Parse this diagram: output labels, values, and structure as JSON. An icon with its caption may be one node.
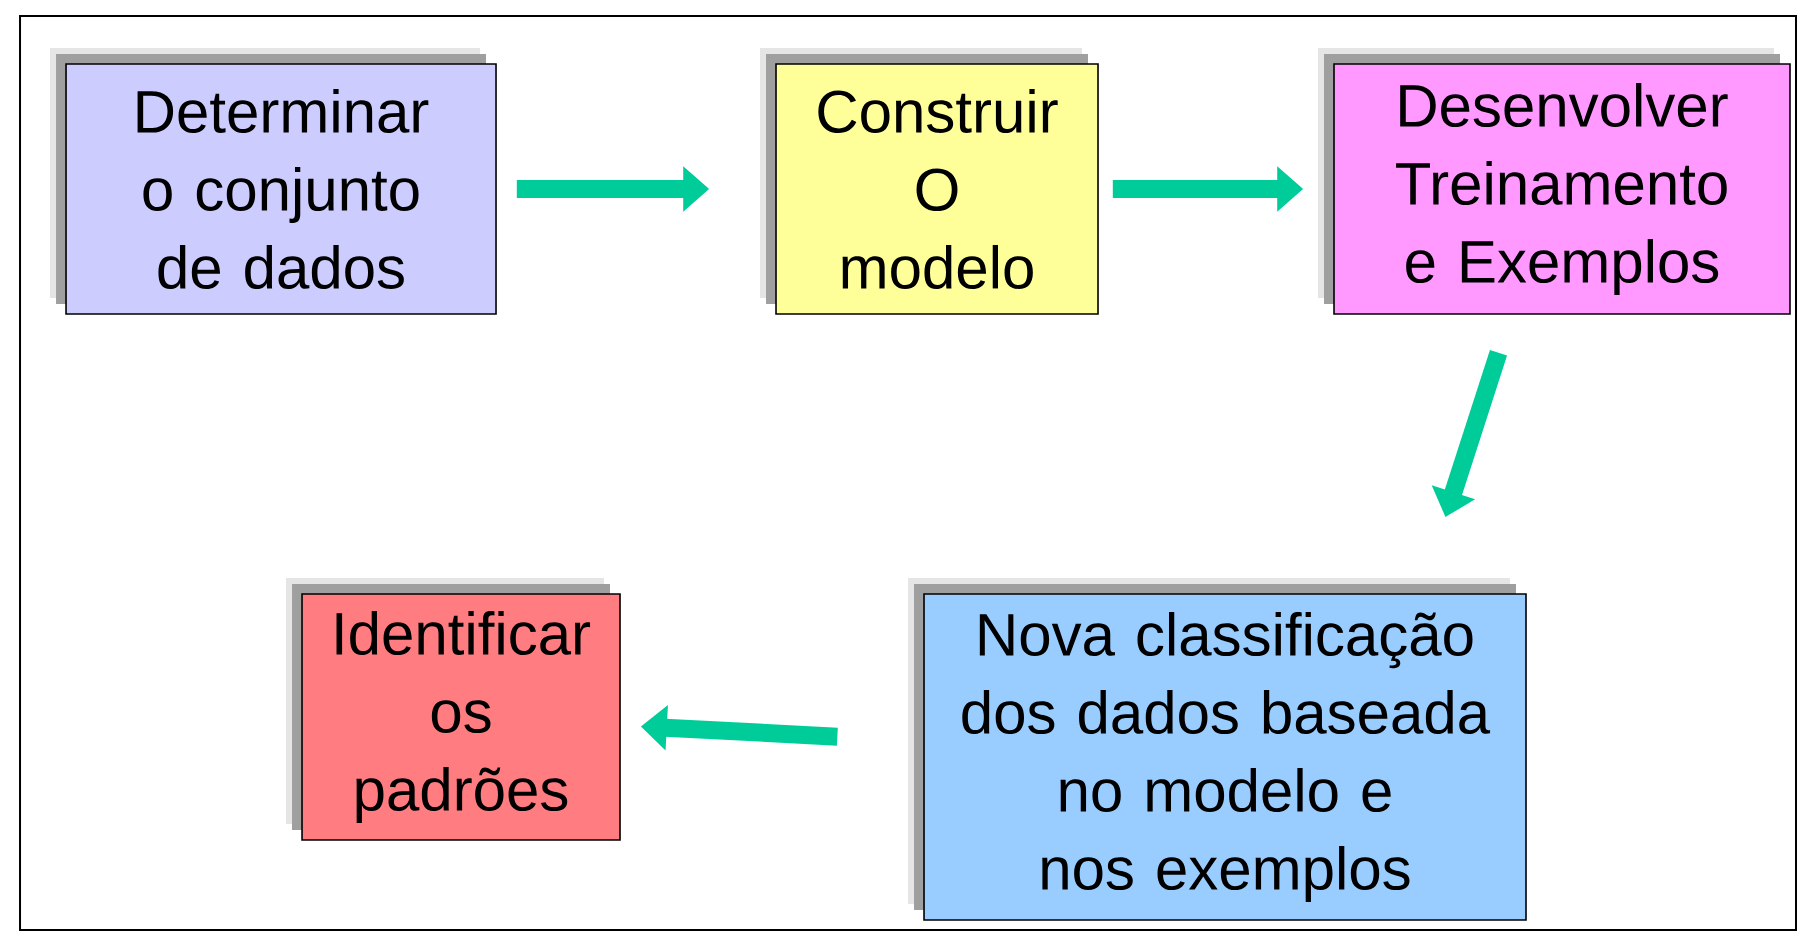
{
  "diagram": {
    "nodes": [
      {
        "text": [
          "Determinar o conjunto de dados"
        ]
      },
      {
        "text": [
          "Construir O modelo"
        ]
      },
      {
        "text": [
          "Desenvolver Treinamento e Exemplos"
        ]
      },
      {
        "text": [
          "Nova classificação dos dados baseada no modelo e nos exemplos"
        ]
      },
      {
        "text": [
          "Identificar os padrões"
        ]
      }
    ],
    "edges": [
      {
        "from": 0,
        "to": 1,
        "arrow": "to"
      },
      {
        "from": 1,
        "to": 2,
        "arrow": "to"
      },
      {
        "from": 2,
        "to": 3,
        "arrow": "to"
      },
      {
        "from": 3,
        "to": 4,
        "arrow": "to"
      }
    ]
  }
}
